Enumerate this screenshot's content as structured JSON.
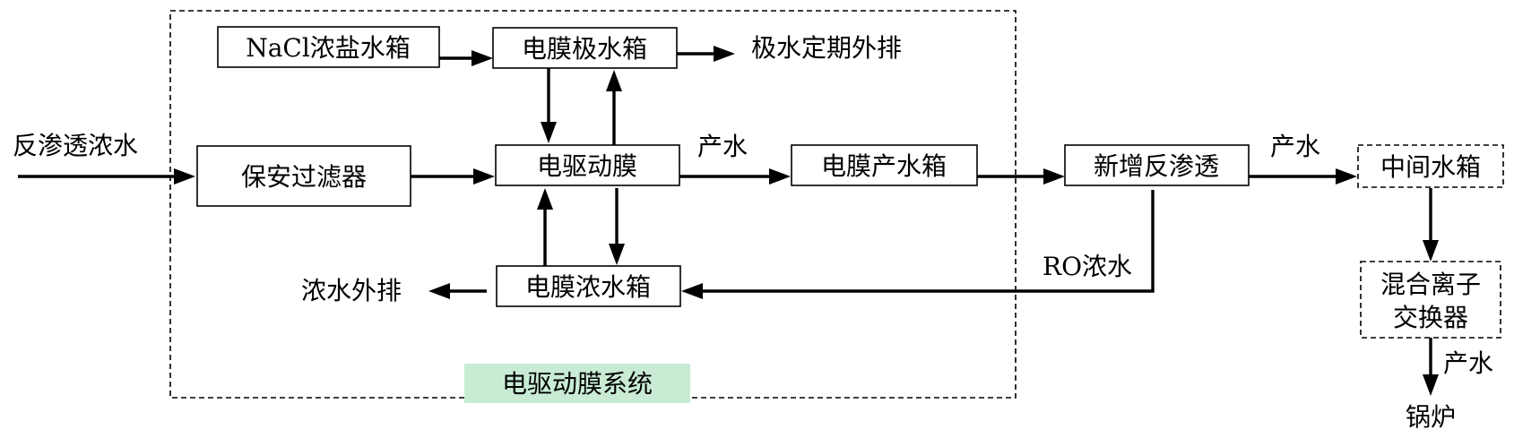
{
  "diagram": {
    "system_label": "电驱动膜系统",
    "boxes": {
      "nacl_tank": "NaCl浓盐水箱",
      "electrode_water_tank": "电膜极水箱",
      "safety_filter": "保安过滤器",
      "electrodialysis_membrane": "电驱动膜",
      "product_water_tank": "电膜产水箱",
      "new_ro": "新增反渗透",
      "intermediate_tank": "中间水箱",
      "concentrate_tank": "电膜浓水箱",
      "mixed_bed_line1": "混合离子",
      "mixed_bed_line2": "交换器"
    },
    "labels": {
      "ro_concentrate_in": "反渗透浓水",
      "electrode_discharge": "极水定期外排",
      "product_water_1": "产水",
      "product_water_2": "产水",
      "product_water_3": "产水",
      "ro_concentrate_return": "RO浓水",
      "concentrate_discharge": "浓水外排",
      "boiler": "锅炉"
    }
  }
}
